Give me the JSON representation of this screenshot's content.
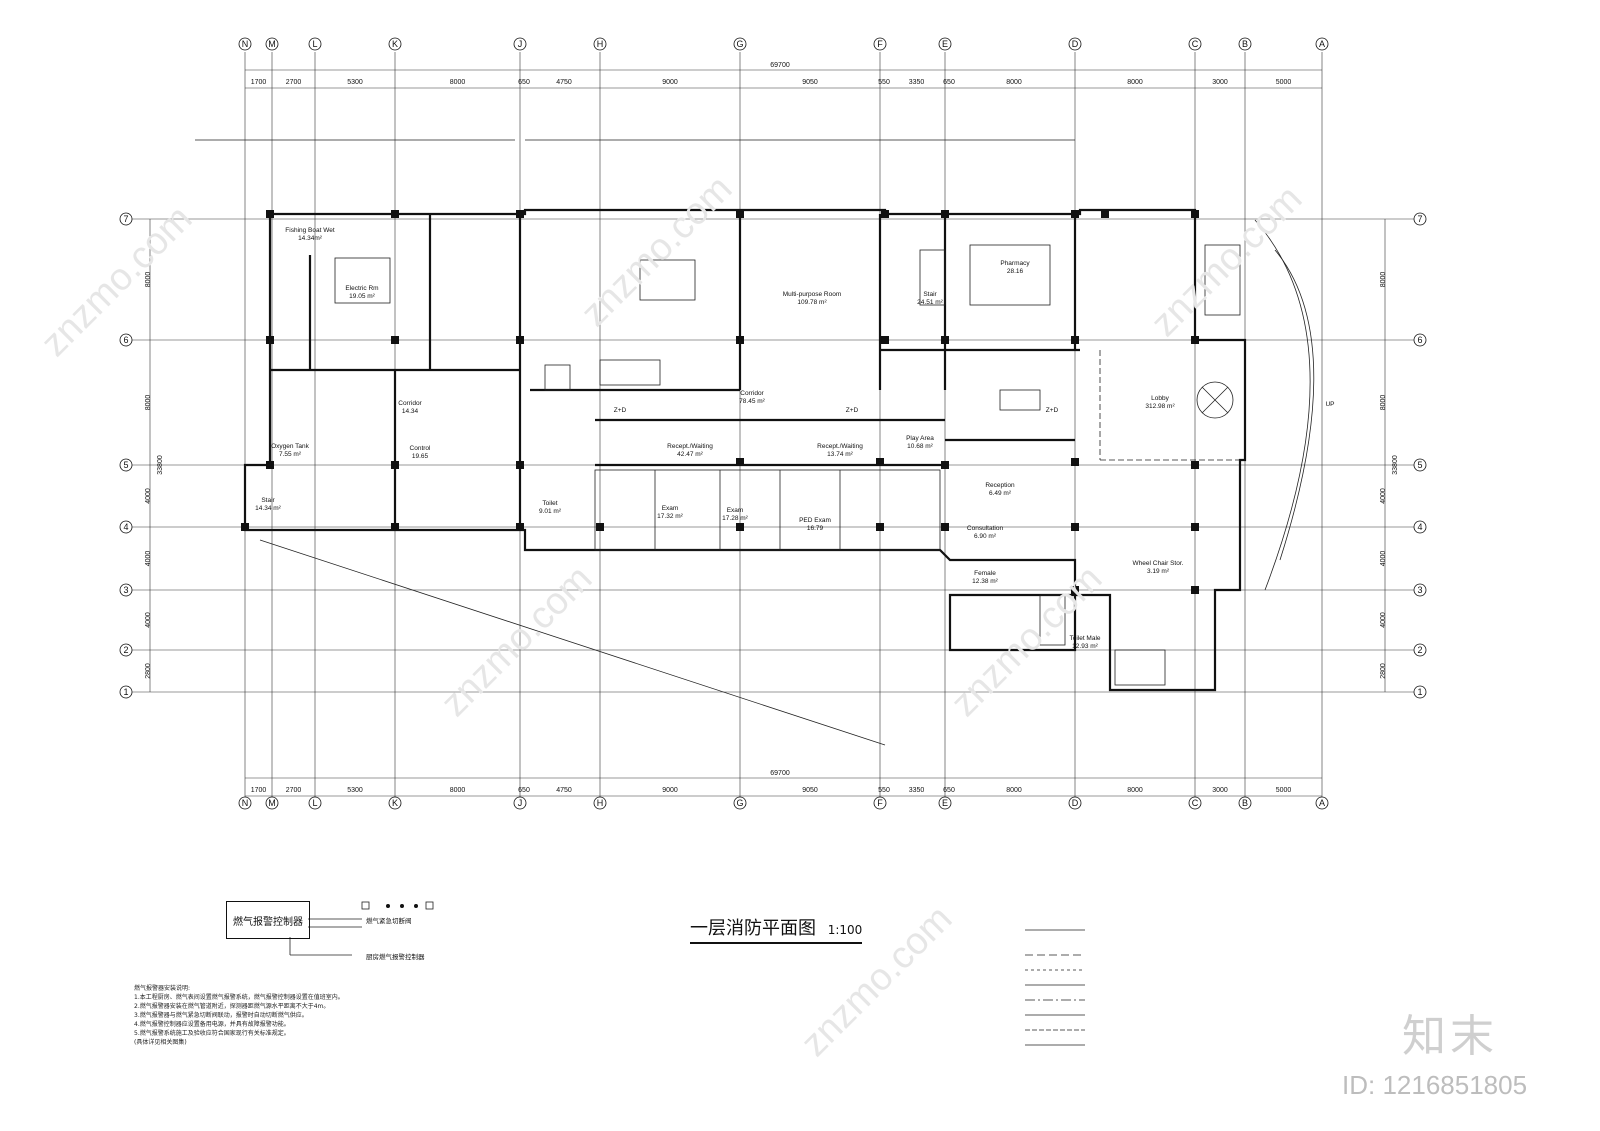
{
  "drawing": {
    "title": "一层消防平面图",
    "scale": "1:100",
    "controller_label": "燃气报警控制器",
    "controller_sub1": "燃气紧急切断阀",
    "controller_sub2": "厨房燃气报警控制器",
    "notes": [
      "燃气报警器安装说明:",
      "1.本工程厨房、燃气表间设置燃气报警系统，燃气报警控制器设置在值班室内。",
      "2.燃气报警器安装在燃气管道附近，探测器距燃气源水平距离不大于4m。",
      "3.燃气报警器与燃气紧急切断阀联动，报警时自动切断燃气供应。",
      "4.燃气报警控制器应设置备用电源，并具有故障报警功能。",
      "5.燃气报警系统施工及验收应符合国家现行有关标准规定。",
      "(具体详见相关图集)"
    ]
  },
  "grid": {
    "top_axes": [
      "N",
      "M",
      "L",
      "K",
      "J",
      "H",
      "G",
      "F",
      "E",
      "D",
      "C",
      "B",
      "A"
    ],
    "left_axes": [
      "7",
      "6",
      "5",
      "4",
      "3",
      "2",
      "1"
    ],
    "top_dims": [
      "1700",
      "2700",
      "5300",
      "8000",
      "650",
      "4750",
      "9000",
      "9050",
      "550",
      "3350",
      "650",
      "8000",
      "8000",
      "3000",
      "5000"
    ],
    "total_dim": "69700",
    "left_dims": [
      "8000",
      "8000",
      "4000",
      "4000",
      "4000",
      "2800"
    ],
    "overall_side": "33800"
  },
  "rooms": [
    {
      "name": "Fishing Boat Wet",
      "area": "14.34m²"
    },
    {
      "name": "Electric Rm",
      "area": "19.05 m²"
    },
    {
      "name": "Oxygen Tank",
      "area": "7.55 m²"
    },
    {
      "name": "Stair",
      "area": "14.34 m²"
    },
    {
      "name": "Corridor",
      "area": "14.34"
    },
    {
      "name": "Control",
      "area": "19.65"
    },
    {
      "name": "Multi-purpose Room",
      "area": "109.78 m²"
    },
    {
      "name": "Stair",
      "area": "24.51 m²"
    },
    {
      "name": "Pharmacy",
      "area": "28.16"
    },
    {
      "name": "Lobby",
      "area": "312.98 m²"
    },
    {
      "name": "Corridor",
      "area": "78.45 m²"
    },
    {
      "name": "Recept./Waiting",
      "area": "42.47 m²"
    },
    {
      "name": "Recept./Waiting",
      "area": "13.74 m²"
    },
    {
      "name": "Play Area",
      "area": "10.68 m²"
    },
    {
      "name": "Reception",
      "area": "6.49 m²"
    },
    {
      "name": "Consultation",
      "area": "6.90 m²"
    },
    {
      "name": "Exam",
      "area": "17.32 m²"
    },
    {
      "name": "Exam",
      "area": "17.28 m²"
    },
    {
      "name": "PED Exam",
      "area": "16.79"
    },
    {
      "name": "Wheel Chair Stor.",
      "area": "3.19 m²"
    },
    {
      "name": "Toilet Male",
      "area": "12.93 m²"
    },
    {
      "name": "Female",
      "area": "12.38 m²"
    },
    {
      "name": "Toilet",
      "area": "9.01 m²"
    }
  ],
  "corridor_marks": [
    "Z+D",
    "Z+D",
    "Z+D"
  ],
  "entrance": "UP",
  "branding": {
    "logo": "知末",
    "id": "ID: 1216851805",
    "watermark": "znzmo.com"
  },
  "colors": {
    "line": "#111111",
    "watermark": "#e6e6e6"
  }
}
